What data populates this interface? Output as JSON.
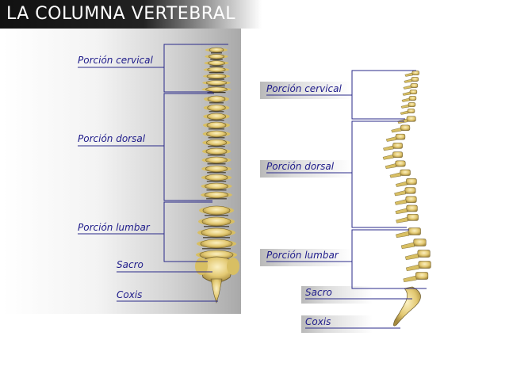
{
  "title": "LA COLUMNA VERTEBRAL",
  "front_view": {
    "labels": [
      "Porción cervical",
      "Porción dorsal",
      "Porción lumbar",
      "Sacro",
      "Coxis"
    ]
  },
  "side_view": {
    "labels": [
      "Porción cervical",
      "Porción dorsal",
      "Porción lumbar",
      "Sacro",
      "Coxis"
    ]
  },
  "colors": {
    "label_text": "#1e1b8a",
    "leader_line": "#2a2a8a",
    "bone_light": "#f0dd9a",
    "bone_mid": "#d8bf63",
    "bone_dark": "#6b5a2a"
  }
}
